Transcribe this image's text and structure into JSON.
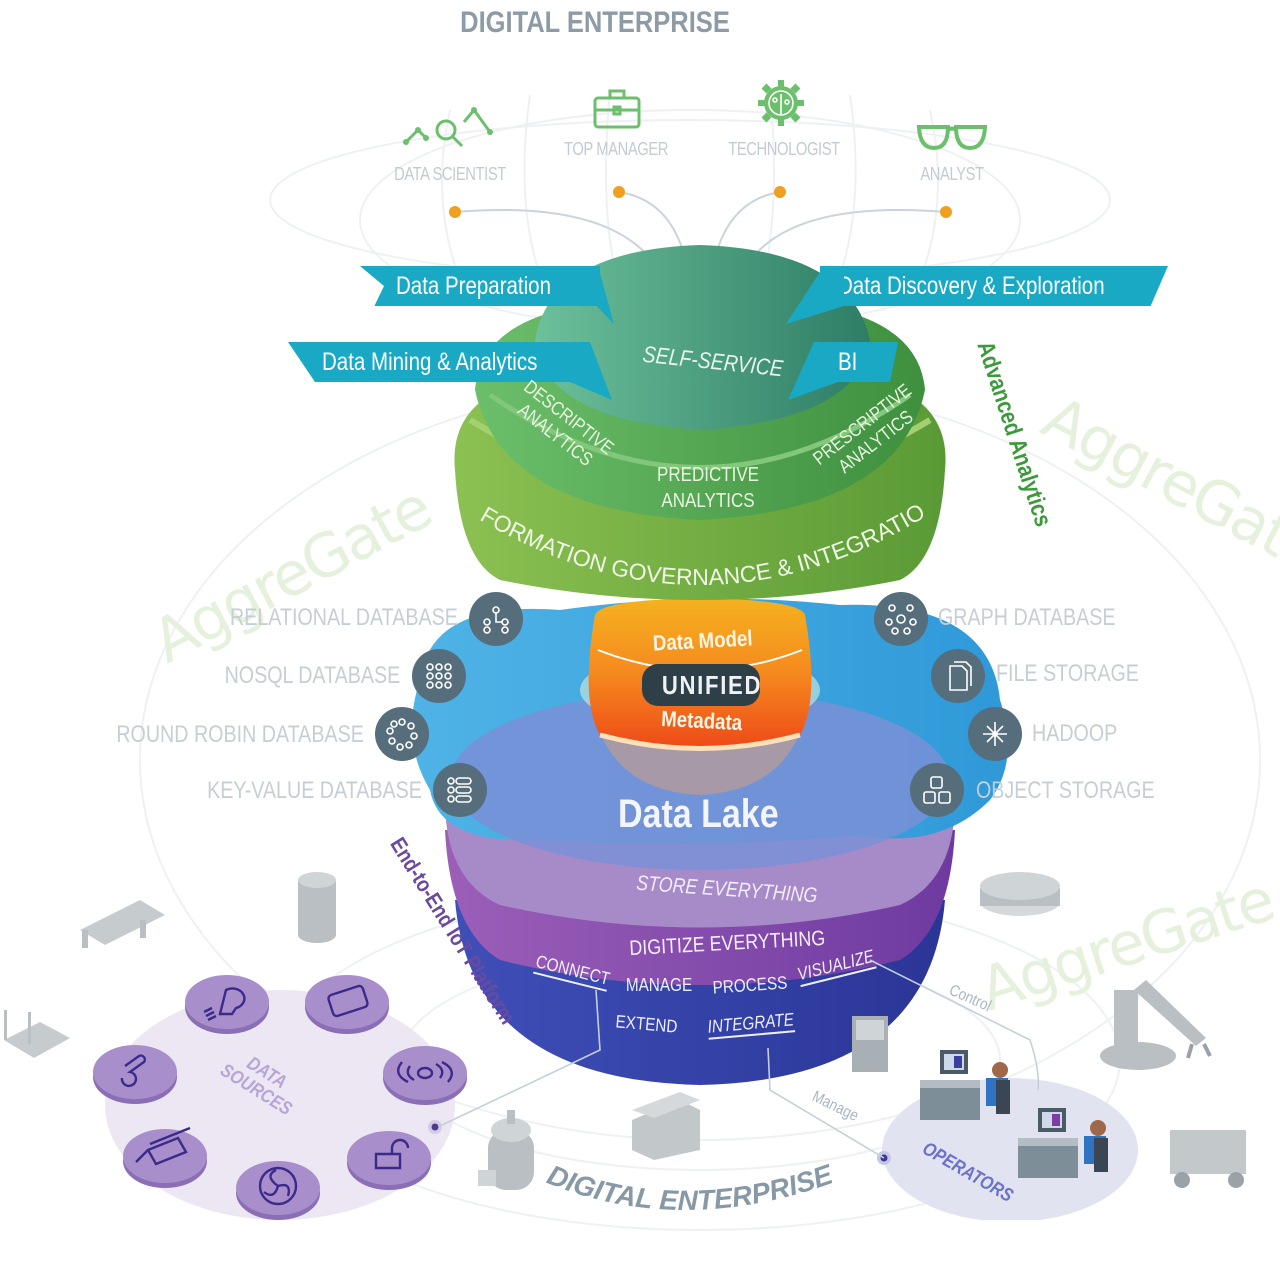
{
  "header": {
    "title": "DIGITAL ENTERPRISE"
  },
  "footer": {
    "title": "DIGITAL ENTERPRISE"
  },
  "roles": [
    {
      "label": "DATA SCIENTIST",
      "icon": "data-scientist-icon"
    },
    {
      "label": "TOP MANAGER",
      "icon": "briefcase-icon"
    },
    {
      "label": "TECHNOLOGIST",
      "icon": "gear-circuit-icon"
    },
    {
      "label": "ANALYST",
      "icon": "glasses-icon"
    }
  ],
  "ribbons": {
    "data_preparation": "Data Preparation",
    "data_mining": "Data Mining & Analytics",
    "data_discovery": "Data Discovery & Exploration",
    "bi": "BI"
  },
  "analytics_dome": {
    "top": "SELF-SERVICE",
    "descriptive": [
      "DESCRIPTIVE",
      "ANALYTICS"
    ],
    "predictive": [
      "PREDICTIVE",
      "ANALYTICS"
    ],
    "prescriptive": [
      "PRESCRIPTIVE",
      "ANALYTICS"
    ],
    "governance": "INFORMATION GOVERNANCE & INTEGRATION",
    "side_label": "Advanced Analytics"
  },
  "core": {
    "data_model": "Data Model",
    "unified": "UNIFIED",
    "metadata": "Metadata",
    "data_lake": "Data Lake"
  },
  "storage_left": [
    {
      "label": "RELATIONAL DATABASE",
      "icon": "relational-database-icon"
    },
    {
      "label": "NOSQL DATABASE",
      "icon": "nosql-database-icon"
    },
    {
      "label": "ROUND ROBIN DATABASE",
      "icon": "round-robin-database-icon"
    },
    {
      "label": "KEY-VALUE DATABASE",
      "icon": "key-value-database-icon"
    }
  ],
  "storage_right": [
    {
      "label": "GRAPH DATABASE",
      "icon": "graph-database-icon"
    },
    {
      "label": "FILE STORAGE",
      "icon": "file-storage-icon"
    },
    {
      "label": "HADOOP",
      "icon": "hadoop-icon"
    },
    {
      "label": "OBJECT STORAGE",
      "icon": "object-storage-icon"
    }
  ],
  "iot_bowl": {
    "store": "STORE EVERYTHING",
    "digitize": "DIGITIZE EVERYTHING",
    "actions_row1": [
      "CONNECT",
      "MANAGE",
      "PROCESS",
      "VISUALIZE"
    ],
    "actions_row2": [
      "EXTEND",
      "INTEGRATE"
    ],
    "side_label": "End-to-End IoT Platform"
  },
  "data_sources": {
    "label_line1": "DATA",
    "label_line2": "SOURCES",
    "items": [
      "lightbulb-icon",
      "smartphone-icon",
      "wireless-sensor-icon",
      "padlock-icon",
      "fan-icon",
      "drill-icon",
      "thermometer-icon"
    ]
  },
  "operators": {
    "label": "OPERATORS"
  },
  "connectors": {
    "control": "Control",
    "manage": "Manage"
  },
  "watermarks": [
    "AggreGate",
    "AggreGate",
    "AggreGate"
  ],
  "colors": {
    "ribbon": "#1aa9c4",
    "dome_green": "#6aae45",
    "self_service": "#4f9e7e",
    "data_lake": "#3da6e0",
    "orange": "#f39a1c",
    "purple": "#8a4fa6",
    "indigo": "#3340a6",
    "icon_circle": "#566e7c",
    "source_disc": "#a88fcb",
    "accent_dot": "#f0a020"
  }
}
